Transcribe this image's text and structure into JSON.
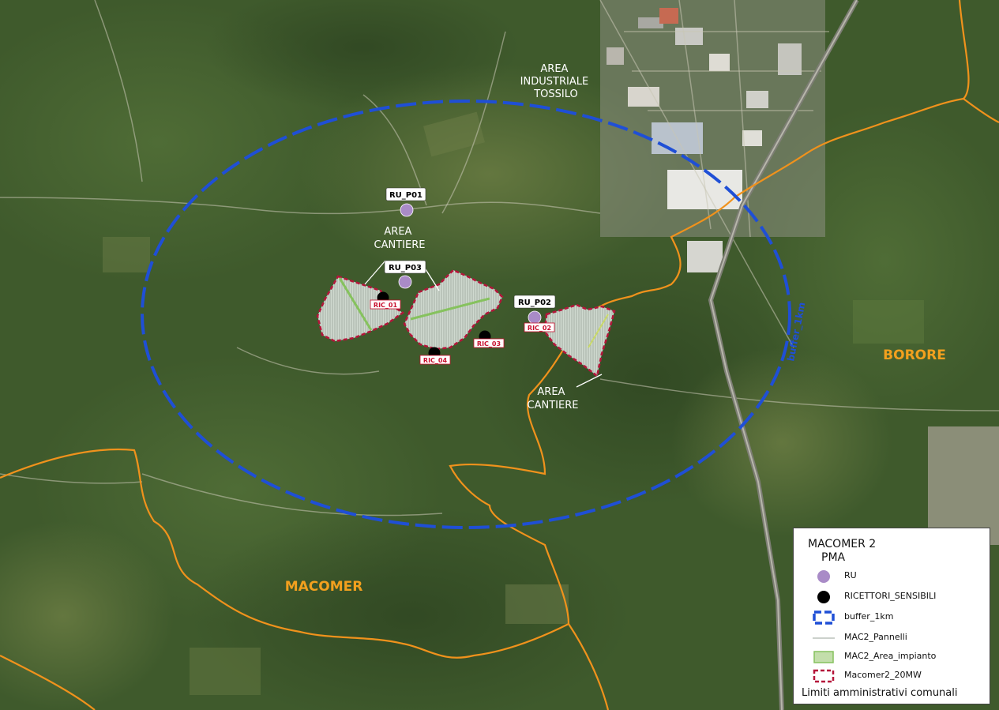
{
  "map": {
    "labels": {
      "area_industriale": [
        "AREA",
        "INDUSTRIALE",
        "TOSSILO"
      ],
      "area_cantiere_1": [
        "AREA",
        "CANTIERE"
      ],
      "area_cantiere_2": [
        "AREA",
        "CANTIERE"
      ],
      "municipality_macomer": "MACOMER",
      "municipality_borore": "BORORE",
      "buffer_label": "buffer_1km"
    },
    "points": {
      "ru": [
        {
          "id": "RU_P01"
        },
        {
          "id": "RU_P03"
        },
        {
          "id": "RU_P02"
        }
      ],
      "ricettori": [
        {
          "id": "RIC_01"
        },
        {
          "id": "RIC_04"
        },
        {
          "id": "RIC_03"
        },
        {
          "id": "RIC_02"
        }
      ]
    },
    "colors": {
      "imagery_base": "#3e5a2a",
      "buffer": "#1f4fd6",
      "municipal_boundary": "#f0921c",
      "project_boundary": "#b5153a",
      "area_impianto_fill": "#c3deab",
      "area_impianto_border": "#86c25e",
      "ru_point": "#a98bc7",
      "ricettori_point": "#000000",
      "ric_label": "#c8102e",
      "municipality_label": "#f2a01e"
    }
  },
  "legend": {
    "title": "MACOMER 2",
    "subtitle": "PMA",
    "items": [
      {
        "label": "RU",
        "symbol": "purple-circle"
      },
      {
        "label": "RICETTORI_SENSIBILI",
        "symbol": "black-circle"
      },
      {
        "label": "buffer_1km",
        "symbol": "blue-dashed-box"
      },
      {
        "label": "MAC2_Pannelli",
        "symbol": "gray-line"
      },
      {
        "label": "MAC2_Area_impianto",
        "symbol": "green-box"
      },
      {
        "label": "Macomer2_20MW",
        "symbol": "red-dashed-box"
      }
    ],
    "footer": "Limiti amministrativi comunali"
  }
}
